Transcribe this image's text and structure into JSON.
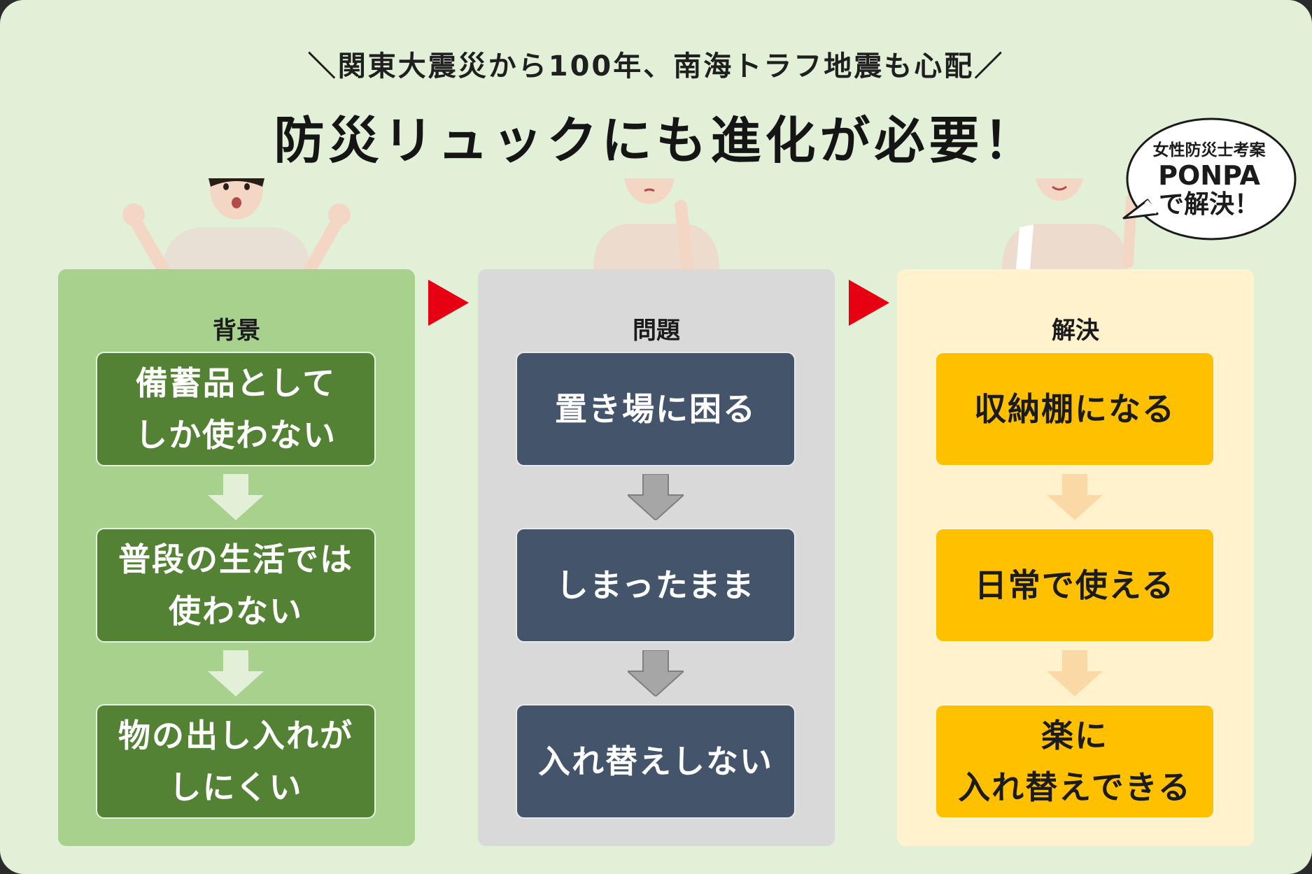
{
  "subtitle": "＼関東大震災から100年、南海トラフ地震も心配／",
  "title": "防災リュックにも進化が必要！",
  "columns": [
    {
      "label": "背景",
      "color": "#a9d18e",
      "box_color": "#548235",
      "boxes": [
        "備蓄品として\nしか使わない",
        "普段の生活では\n使わない",
        "物の出し入れが\nしにくい"
      ]
    },
    {
      "label": "問題",
      "color": "#d9d9d9",
      "box_color": "#44546a",
      "boxes": [
        "置き場に困る",
        "しまったまま",
        "入れ替えしない"
      ]
    },
    {
      "label": "解決",
      "color": "#fff2cc",
      "box_color": "#ffc000",
      "boxes": [
        "収納棚になる",
        "日常で使える",
        "楽に\n入れ替えできる"
      ]
    }
  ],
  "bubble": {
    "line1": "女性防災士考案",
    "line2": "PONPA",
    "line3": "で解決！"
  },
  "arrow_color": "#e60012",
  "icons": [
    "person-surprised-icon",
    "person-thinking-icon",
    "person-pointing-icon",
    "right-triangle-arrow-icon",
    "down-arrow-icon"
  ]
}
